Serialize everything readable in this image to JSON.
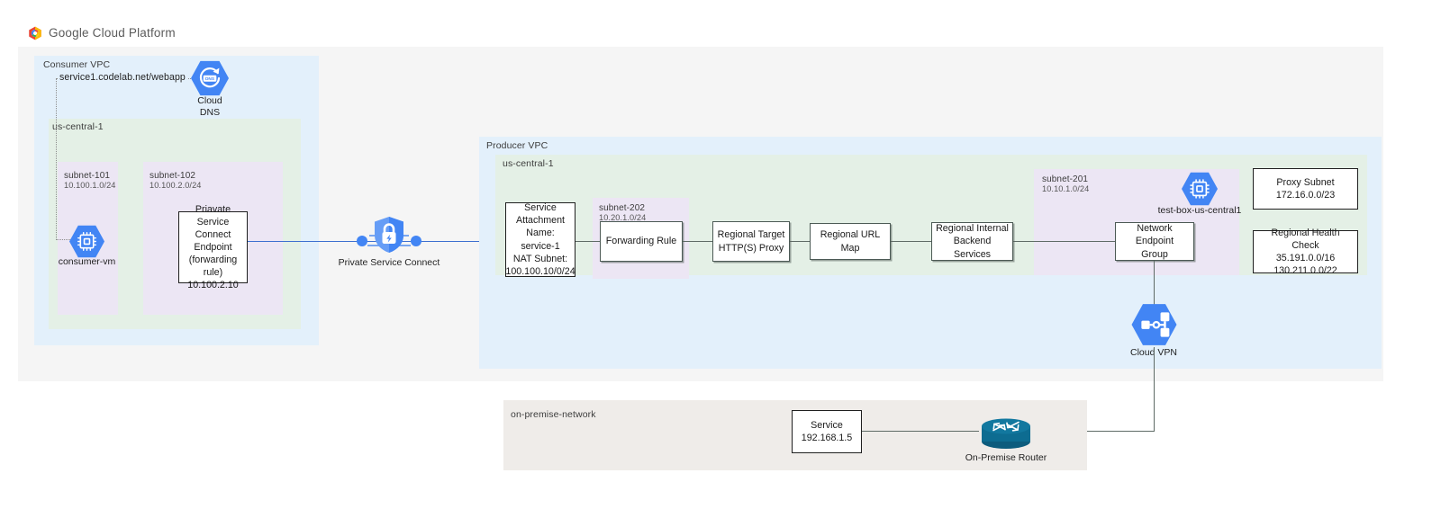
{
  "header": {
    "brand": "Google Cloud Platform",
    "logo_icon": "gcp-hexagon-logo"
  },
  "consumer": {
    "vpc_label": "Consumer VPC",
    "region_label": "us-central-1",
    "dns_record": "service1.codelab.net/webapp",
    "cloud_dns": {
      "icon": "cloud-dns-icon",
      "label_line1": "Cloud",
      "label_line2": "DNS"
    },
    "subnet_101": {
      "name": "subnet-101",
      "cidr": "10.100.1.0/24"
    },
    "subnet_102": {
      "name": "subnet-102",
      "cidr": "10.100.2.0/24"
    },
    "vm": {
      "icon": "compute-vm-icon",
      "label": "consumer-vm"
    },
    "psc_endpoint": {
      "line1": "Priavate Service",
      "line2": "Connect Endpoint",
      "line3": "(forwarding rule)",
      "line4": "10.100.2.10"
    }
  },
  "psc": {
    "icon": "private-service-connect-shield-icon",
    "label": "Private Service Connect"
  },
  "producer": {
    "vpc_label": "Producer VPC",
    "region_label": "us-central-1",
    "service_attachment": {
      "line1": "Service",
      "line2": "Attachment",
      "line3": "Name: service-1",
      "line4": "NAT Subnet:",
      "line5": "100.100.10/0/24"
    },
    "subnet_202": {
      "name": "subnet-202",
      "cidr": "10.20.1.0/24"
    },
    "forwarding_rule": "Forwarding Rule",
    "target_proxy": {
      "line1": "Regional Target",
      "line2": "HTTP(S) Proxy"
    },
    "url_map": "Regional URL Map",
    "backend_services": {
      "line1": "Regional Internal",
      "line2": "Backend Services"
    },
    "subnet_201": {
      "name": "subnet-201",
      "cidr": "10.10.1.0/24"
    },
    "test_box": {
      "icon": "compute-vm-icon",
      "label": "test-box-us-central1"
    },
    "neg": {
      "line1": "Network Endpoint",
      "line2": "Group"
    },
    "proxy_subnet": {
      "line1": "Proxy Subnet",
      "line2": "172.16.0.0/23"
    },
    "health_check": {
      "line1": "Regional Health Check",
      "line2": "35.191.0.0/16",
      "line3": "130.211.0.0/22"
    }
  },
  "cloud_vpn": {
    "icon": "cloud-vpn-icon",
    "label": "Cloud VPN"
  },
  "onpremise": {
    "network_label": "on-premise-network",
    "service": {
      "line1": "Service",
      "line2": "192.168.1.5"
    },
    "router": {
      "icon": "router-icon",
      "label": "On-Premise Router"
    }
  },
  "colors": {
    "vpc_blue": "#e3f0fb",
    "region_green": "#e4f0e6",
    "subnet_purple": "#ece6f4",
    "onprem_gray": "#efece9",
    "outer_gray": "#f5f5f5",
    "gcp_blue": "#4285f4",
    "wire_gray": "#5f6b66",
    "wire_blue": "#3d6fd0",
    "router_teal": "#0f6b8f"
  }
}
